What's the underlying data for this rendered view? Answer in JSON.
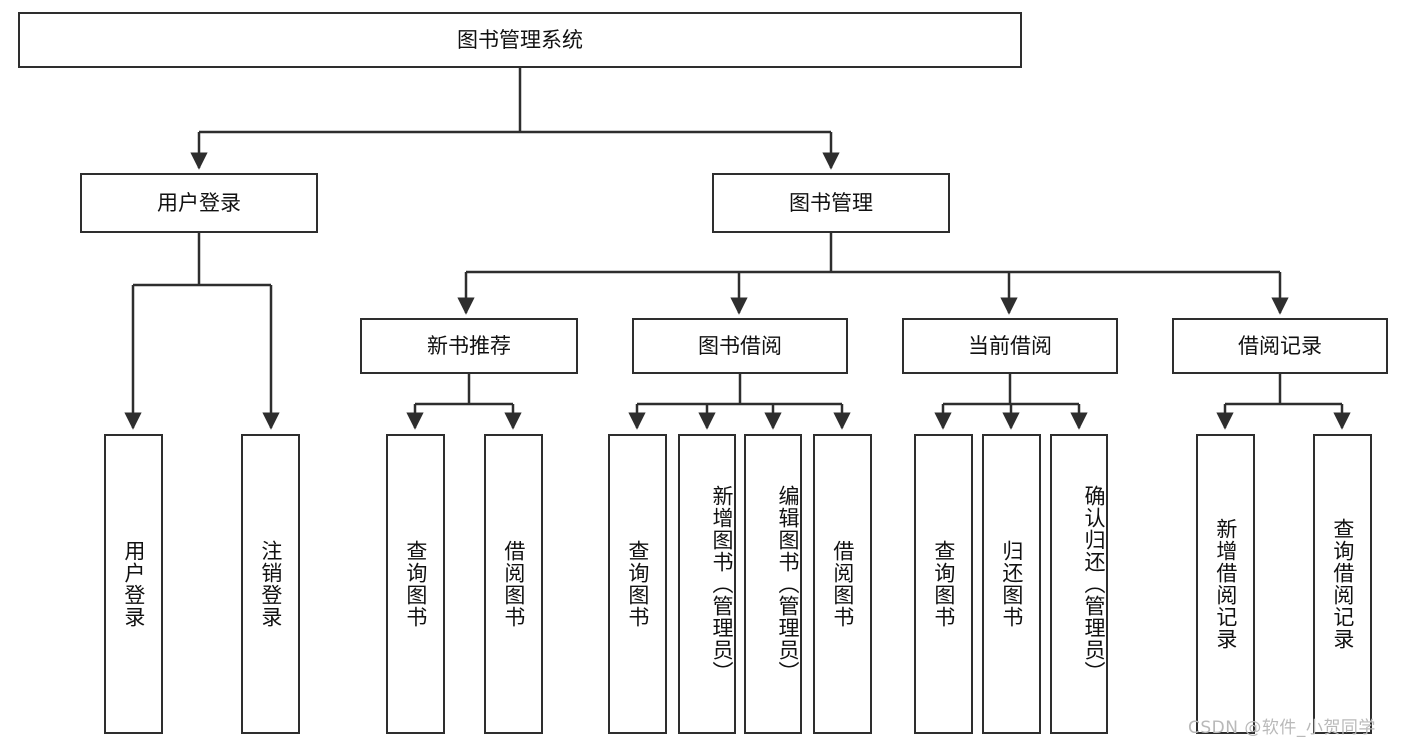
{
  "diagram": {
    "title_node": {
      "label": "图书管理系统"
    },
    "level2": [
      {
        "label": "用户登录"
      },
      {
        "label": "图书管理"
      }
    ],
    "level3": [
      {
        "label": "新书推荐"
      },
      {
        "label": "图书借阅"
      },
      {
        "label": "当前借阅"
      },
      {
        "label": "借阅记录"
      }
    ],
    "leaves": {
      "user_login": [
        {
          "label": "用户登录"
        },
        {
          "label": "注销登录"
        }
      ],
      "new_book_recommend": [
        {
          "label": "查询图书"
        },
        {
          "label": "借阅图书"
        }
      ],
      "book_borrow": [
        {
          "label": "查询图书"
        },
        {
          "label": "新增图书（管理员）"
        },
        {
          "label": "编辑图书（管理员）"
        },
        {
          "label": "借阅图书"
        }
      ],
      "current_borrow": [
        {
          "label": "查询图书"
        },
        {
          "label": "归还图书"
        },
        {
          "label": "确认归还（管理员）"
        }
      ],
      "borrow_record": [
        {
          "label": "新增借阅记录"
        },
        {
          "label": "查询借阅记录"
        }
      ]
    }
  },
  "watermark": {
    "text": "CSDN @软件_小贺同学"
  },
  "colors": {
    "stroke": "#2e2e2e",
    "background": "#ffffff",
    "text": "#111111",
    "watermark": "#b9b9b9"
  }
}
